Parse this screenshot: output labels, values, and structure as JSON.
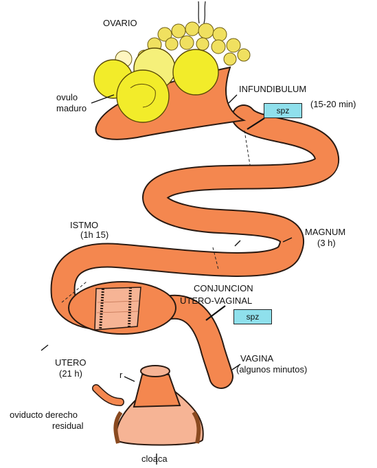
{
  "labels": {
    "ovario": "OVARIO",
    "ovulo": "ovulo",
    "maduro": "maduro",
    "infundibulum": "INFUNDIBULUM",
    "infundibulum_time": "(15-20 min)",
    "spz": "spz",
    "istmo": "ISTMO",
    "istmo_time": "(1h 15)",
    "magnum": "MAGNUM",
    "magnum_time": "(3 h)",
    "conjuncion": "CONJUNCION",
    "utero_vaginal": "UTERO-VAGINAL",
    "utero": "UTERO",
    "utero_time": "(21 h)",
    "vagina": "VAGINA",
    "vagina_time": "(algunos minutos)",
    "r": "r",
    "oviducto": "oviducto derecho",
    "residual": "residual",
    "cloaca": "cloaca"
  },
  "colors": {
    "oviduct": "#f4874f",
    "oviduct_outline": "#2a1a12",
    "ovary_follicle": "#f2ec2a",
    "ovary_small": "#f0e060",
    "cloaca_body": "#f6b495",
    "spz_box": "#8fe0ec"
  }
}
